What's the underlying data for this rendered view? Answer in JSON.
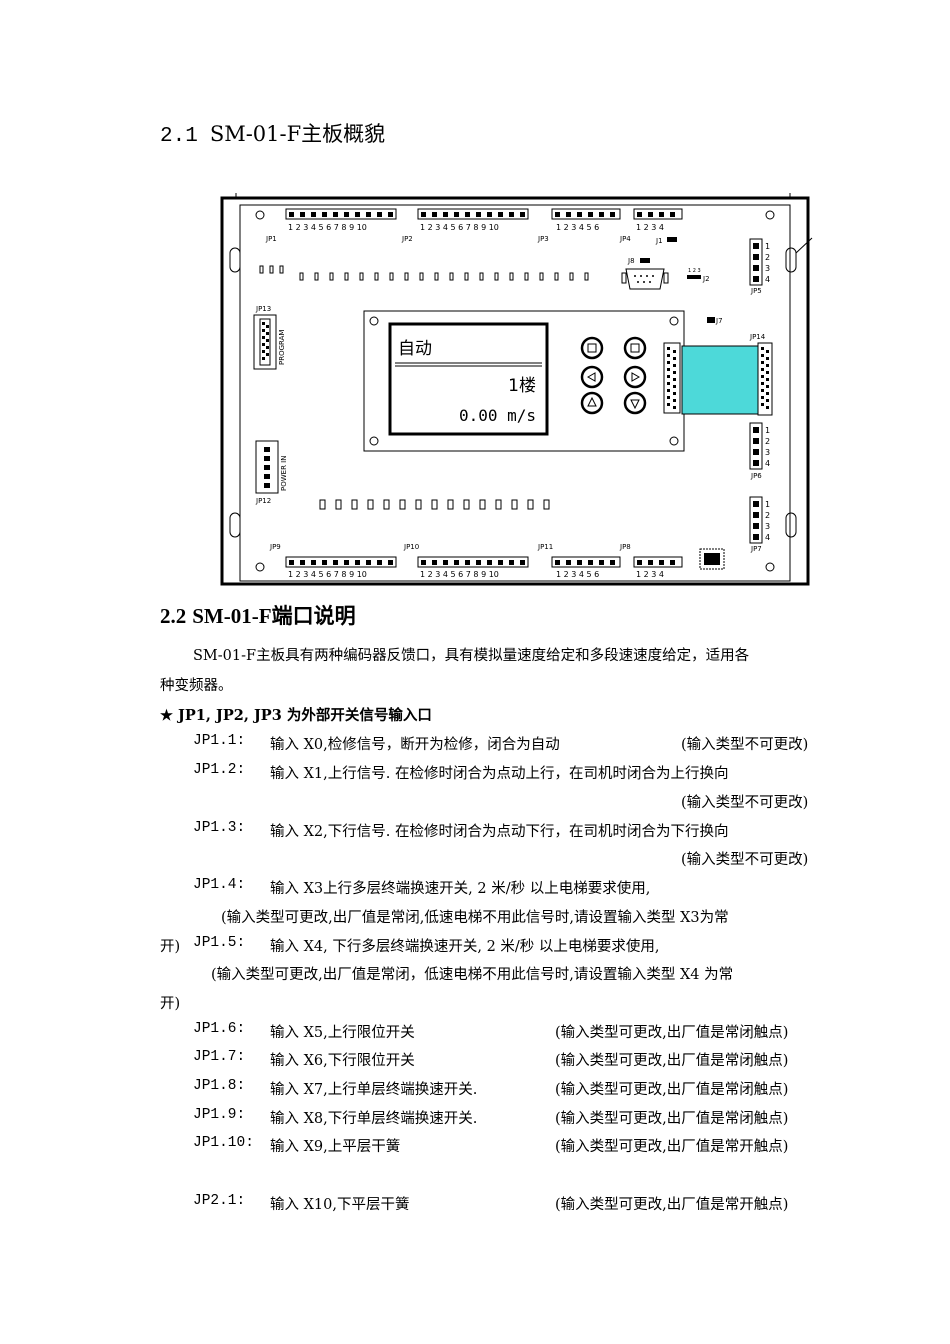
{
  "heading1": {
    "number": "2.1",
    "title": "SM-01-F主板概貌"
  },
  "board": {
    "jp1": "JP1",
    "jp2": "JP2",
    "jp3": "JP3",
    "jp4": "JP4",
    "j1": "J1",
    "j8": "J8",
    "j2": "J2",
    "j7": "J7",
    "jp5": "JP5",
    "jp13": "JP13",
    "program": "PROGRAM",
    "jp14": "JP14",
    "jp6": "JP6",
    "power_in": "POWER IN",
    "jp12": "JP12",
    "jp7": "JP7",
    "jp9": "JP9",
    "jp10": "JP10",
    "jp11": "JP11",
    "jp8": "JP8",
    "pins10": "1 2 3 4 5 6 7 8 9 10",
    "pins6": "1 2 3 4 5 6",
    "pins4": "1 2 3 4",
    "lcd_mode": "自动",
    "lcd_floor": "1楼",
    "lcd_speed": "0.00 m/s"
  },
  "heading2": {
    "number": "2.2",
    "title": "SM-01-F端口说明"
  },
  "intro_line1": "SM-01-F主板具有两种编码器反馈口，具有模拟量速度给定和多段速速度给定，适用各",
  "intro_line2": "种变频器。",
  "star_title": "★ JP1, JP2, JP3 为外部开关信号输入口",
  "items": [
    {
      "label": "JP1.1:",
      "desc": "输入 X0,检修信号，断开为检修，闭合为自动",
      "tag": "(输入类型不可更改)"
    },
    {
      "label": "JP1.2:",
      "desc": "输入 X1,上行信号. 在检修时闭合为点动上行，在司机时闭合为上行换向",
      "tag": "(输入类型不可更改)"
    },
    {
      "label": "JP1.3:",
      "desc": "输入 X2,下行信号. 在检修时闭合为点动下行，在司机时闭合为下行换向",
      "tag": "(输入类型不可更改)"
    },
    {
      "label": "JP1.4:",
      "desc": "输入 X3上行多层终端换速开关, 2 米/秒 以上电梯要求使用,",
      "cont1": "(输入类型可更改,出厂值是常闭,低速电梯不用此信号时,请设置输入类型  X3为常",
      "cont2": "开)"
    },
    {
      "label": "JP1.5:",
      "desc": "输入 X4, 下行多层终端换速开关, 2 米/秒 以上电梯要求使用,",
      "cont1": "(输入类型可更改,出厂值是常闭，低速电梯不用此信号时,请设置输入类型  X4 为常",
      "cont2": "开)"
    },
    {
      "label": "JP1.6:",
      "desc": "输入 X5,上行限位开关",
      "tag": "(输入类型可更改,出厂值是常闭触点)"
    },
    {
      "label": "JP1.7:",
      "desc": "输入 X6,下行限位开关",
      "tag": "(输入类型可更改,出厂值是常闭触点)"
    },
    {
      "label": "JP1.8:",
      "desc": "输入 X7,上行单层终端换速开关.",
      "tag": "(输入类型可更改,出厂值是常闭触点)"
    },
    {
      "label": "JP1.9:",
      "desc": "输入 X8,下行单层终端换速开关.",
      "tag": "(输入类型可更改,出厂值是常闭触点)"
    },
    {
      "label": "JP1.10:",
      "desc": "输入 X9,上平层干簧",
      "tag": "(输入类型可更改,出厂值是常开触点)"
    },
    {
      "label": "JP2.1:",
      "desc": "输入 X10,下平层干簧",
      "tag": "(输入类型可更改,出厂值是常开触点)"
    }
  ]
}
